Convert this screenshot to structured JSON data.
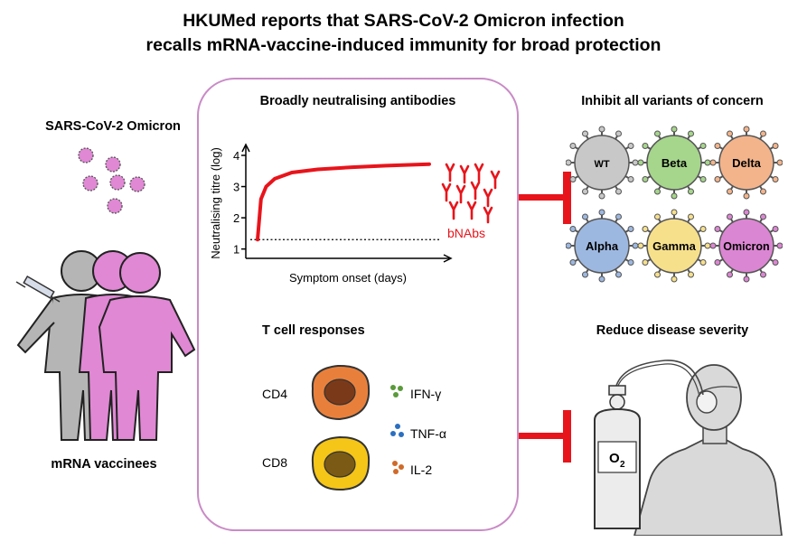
{
  "title": {
    "line1": "HKUMed reports that SARS-CoV-2 Omicron infection",
    "line2": "recalls mRNA-vaccine-induced immunity for broad protection"
  },
  "left": {
    "virus_label": "SARS-CoV-2 Omicron",
    "people_label": "mRNA vaccinees"
  },
  "center": {
    "antibody_title": "Broadly neutralising antibodies",
    "antibody_label": "bNAbs",
    "tcell_title": "T cell responses",
    "cd4": "CD4",
    "cd8": "CD8",
    "cytokines": [
      "IFN-γ",
      "TNF-α",
      "IL-2"
    ]
  },
  "right": {
    "variants_title": "Inhibit all variants of concern",
    "variants": [
      "WT",
      "Beta",
      "Delta",
      "Alpha",
      "Gamma",
      "Omicron"
    ],
    "severity_title": "Reduce disease severity",
    "oxygen_label": "O",
    "oxygen_subscript": "2"
  },
  "colors": {
    "red": "#e8141b",
    "pink": "#e088d4",
    "box_border": "#c98bc6",
    "wt": "#c8c8c8",
    "beta": "#a6d58c",
    "delta": "#f3b48c",
    "alpha": "#9db8e0",
    "gamma": "#f7e08c",
    "omicron": "#db86d2"
  },
  "chart_data": {
    "type": "line",
    "title": "",
    "xlabel": "Symptom onset (days)",
    "ylabel": "Neutralising titre (log)",
    "yticks": [
      "1",
      "2",
      "3",
      "4"
    ],
    "ylim": [
      1,
      4
    ],
    "baseline": 1.3,
    "series": [
      {
        "x": [
          0,
          0.02,
          0.05,
          0.1,
          0.2,
          0.35,
          0.55,
          0.75,
          1.0
        ],
        "y": [
          1.3,
          2.6,
          3.0,
          3.25,
          3.45,
          3.55,
          3.62,
          3.67,
          3.72
        ]
      }
    ]
  }
}
